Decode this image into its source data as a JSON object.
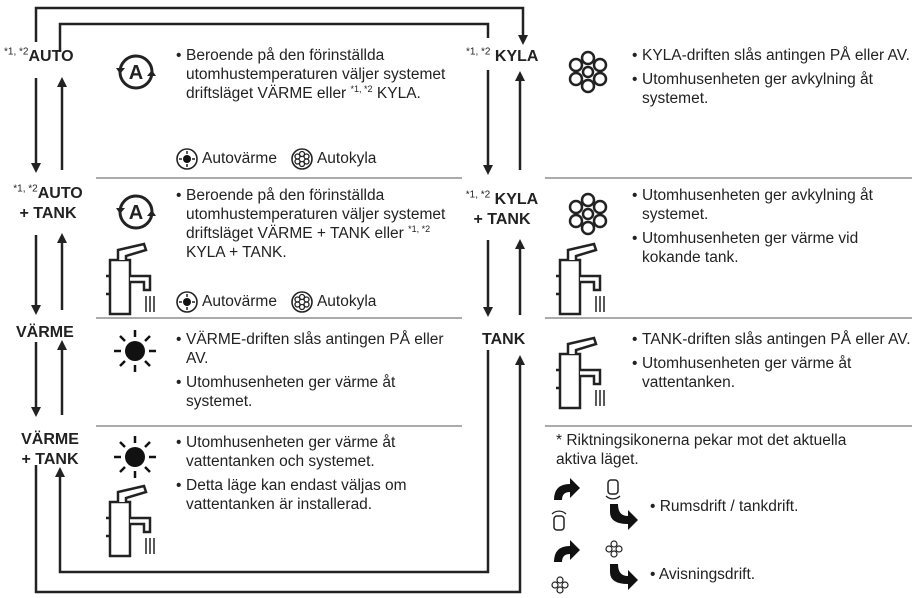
{
  "sup_marks": "*1, *2",
  "left": {
    "auto": {
      "label": "AUTO",
      "bullets": [
        "Beroende på den förinställda utomhustemperaturen väljer systemet driftsläget VÄRME eller",
        "KYLA."
      ],
      "sub": [
        "Autovärme",
        "Autokyla"
      ]
    },
    "auto_tank": {
      "label1": "AUTO",
      "label2": "+ TANK",
      "bullets": [
        "Beroende på den förinställda utomhustemperaturen väljer systemet driftsläget VÄRME + TANK eller",
        "KYLA + TANK."
      ],
      "sub": [
        "Autovärme",
        "Autokyla"
      ]
    },
    "heat": {
      "label": "VÄRME",
      "bullets": [
        "VÄRME-driften slås antingen PÅ eller AV.",
        "Utomhusenheten ger värme åt systemet."
      ]
    },
    "heat_tank": {
      "label1": "VÄRME",
      "label2": "+ TANK",
      "bullets": [
        "Utomhusenheten ger värme åt vattentanken och systemet.",
        "Detta läge kan endast väljas om vattentanken är installerad."
      ]
    }
  },
  "right": {
    "cool": {
      "label": "KYLA",
      "bullets": [
        "KYLA-driften slås antingen PÅ eller AV.",
        "Utomhusenheten ger avkylning åt systemet."
      ]
    },
    "cool_tank": {
      "label1": "KYLA",
      "label2": "+ TANK",
      "bullets": [
        "Utomhusenheten ger avkylning åt systemet.",
        "Utomhusenheten ger värme vid kokande tank."
      ]
    },
    "tank": {
      "label": "TANK",
      "bullets": [
        "TANK-driften slås antingen PÅ eller AV.",
        "Utomhusenheten ger värme åt vattentanken."
      ]
    },
    "note": "* Riktningsikonerna pekar mot det aktuella aktiva läget.",
    "legend": [
      "• Rumsdrift / tankdrift.",
      "• Avisningsdrift."
    ]
  }
}
